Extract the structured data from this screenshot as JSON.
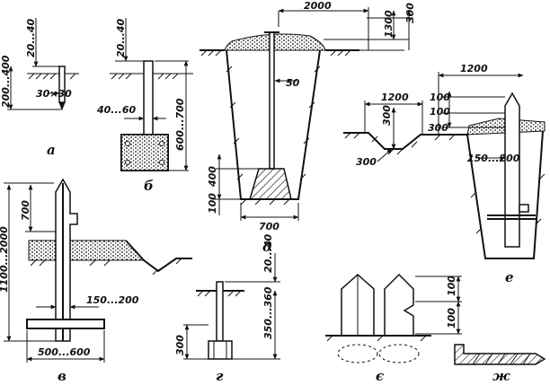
{
  "figure": {
    "captions": {
      "a": "а",
      "b": "б",
      "v": "в",
      "g": "г",
      "d": "д",
      "e": "е",
      "ye": "є",
      "zh": "ж"
    },
    "dims": {
      "a_top": "20...40",
      "a_section": "30×30",
      "a_depth": "200...400",
      "b_top": "20...40",
      "b_width": "40...60",
      "b_depth": "600...700",
      "d_width": "2000",
      "d_h1300": "1300",
      "d_h300": "300",
      "d_50": "50",
      "d_400": "400",
      "d_100": "100",
      "d_700": "700",
      "e_1200a": "1200",
      "e_1200b": "1200",
      "e_100a": "100",
      "e_100b": "100",
      "e_300a": "300",
      "e_300b": "300",
      "e_300c": "300",
      "e_150": "150...200",
      "v_700": "700",
      "v_height": "1100...2000",
      "v_150": "150...200",
      "v_base": "500...600",
      "g_top": "20...40",
      "g_depth": "350...360",
      "g_300": "300",
      "ye_100a": "100",
      "ye_100b": "100"
    }
  }
}
